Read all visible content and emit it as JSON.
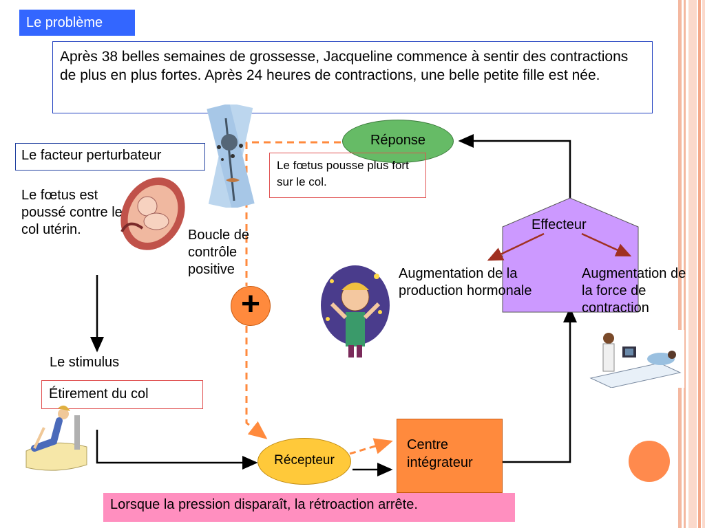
{
  "title_tab": "Le problème",
  "intro": "Après 38 belles semaines de grossesse, Jacqueline commence à sentir des contractions de plus en plus fortes. Après 24 heures de contractions, une belle petite fille est née.",
  "facteur": {
    "label": "Le facteur perturbateur",
    "description": "Le fœtus est poussé contre le col utérin."
  },
  "loop_label": "Boucle de contrôle positive",
  "plus_sign": "+",
  "response": {
    "label": "Réponse",
    "note": "Le fœtus pousse plus fort sur le col."
  },
  "effecteur": {
    "label": "Effecteur",
    "effect_left": "Augmentation de la production hormonale",
    "effect_right": "Augmentation de la force de contraction"
  },
  "stimulus": {
    "label": "Le stimulus",
    "value": "Étirement du col"
  },
  "recepteur": "Récepteur",
  "centre": "Centre intégrateur",
  "bottom_note": "Lorsque la pression disparaît, la rétroaction arrête.",
  "colors": {
    "title_tab": "#3366ff",
    "response": "#66bb66",
    "effecteur": "#cc99ff",
    "recepteur": "#ffc93a",
    "centre": "#ff8a3d",
    "bottom_note": "#ff8fbf",
    "dashed_arrows": "#ff8a3d",
    "effect_arrows": "#a03020",
    "border_stripes": "#f4a98a"
  },
  "icons": [
    "rope-clamp-illustration",
    "fetus-in-uterus-illustration",
    "excited-person-illustration",
    "woman-in-bed-illustration",
    "ultrasound-exam-illustration"
  ]
}
